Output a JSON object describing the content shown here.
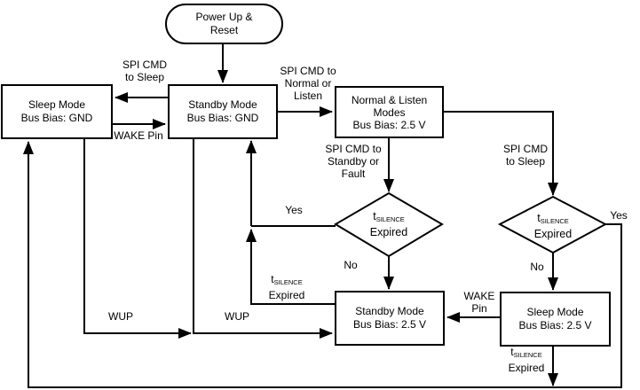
{
  "nodes": {
    "power_up": {
      "line1": "Power Up &",
      "line2": "Reset"
    },
    "sleep_gnd": {
      "line1": "Sleep Mode",
      "line2": "Bus Bias: GND"
    },
    "standby_gnd": {
      "line1": "Standby Mode",
      "line2": "Bus Bias: GND"
    },
    "normal_listen": {
      "line1": "Normal & Listen",
      "line2": "Modes",
      "line3": "Bus Bias: 2.5 V"
    },
    "standby_25": {
      "line1": "Standby Mode",
      "line2": "Bus Bias: 2.5 V"
    },
    "sleep_25": {
      "line1": "Sleep Mode",
      "line2": "Bus Bias: 2.5 V"
    },
    "decision_left": {
      "t": "t",
      "sub": "SILENCE",
      "line2": "Expired"
    },
    "decision_right": {
      "t": "t",
      "sub": "SILENCE",
      "line2": "Expired"
    }
  },
  "edge_labels": {
    "spi_cmd_to_sleep_left": {
      "line1": "SPI CMD",
      "line2": "to Sleep"
    },
    "wake_pin_left": "WAKE Pin",
    "spi_cmd_to_normal": {
      "line1": "SPI CMD to",
      "line2": "Normal or",
      "line3": "Listen"
    },
    "spi_cmd_to_standby": {
      "line1": "SPI CMD to",
      "line2": "Standby or",
      "line3": "Fault"
    },
    "spi_cmd_to_sleep_right": {
      "line1": "SPI CMD",
      "line2": "to Sleep"
    },
    "yes_left": "Yes",
    "no_left": "No",
    "yes_right": "Yes",
    "no_right": "No",
    "tsilence_expired_mid": {
      "t": "t",
      "sub": "SILENCE",
      "line2": "Expired"
    },
    "wup_left": "WUP",
    "wup_right": "WUP",
    "wake_pin_right": {
      "line1": "WAKE",
      "line2": "Pin"
    },
    "tsilence_expired_bottom": {
      "t": "t",
      "sub": "SILENCE",
      "line2": "Expired"
    }
  },
  "colors": {
    "stroke": "#000000",
    "node_fill": "#ffffff",
    "text": "#000000"
  }
}
